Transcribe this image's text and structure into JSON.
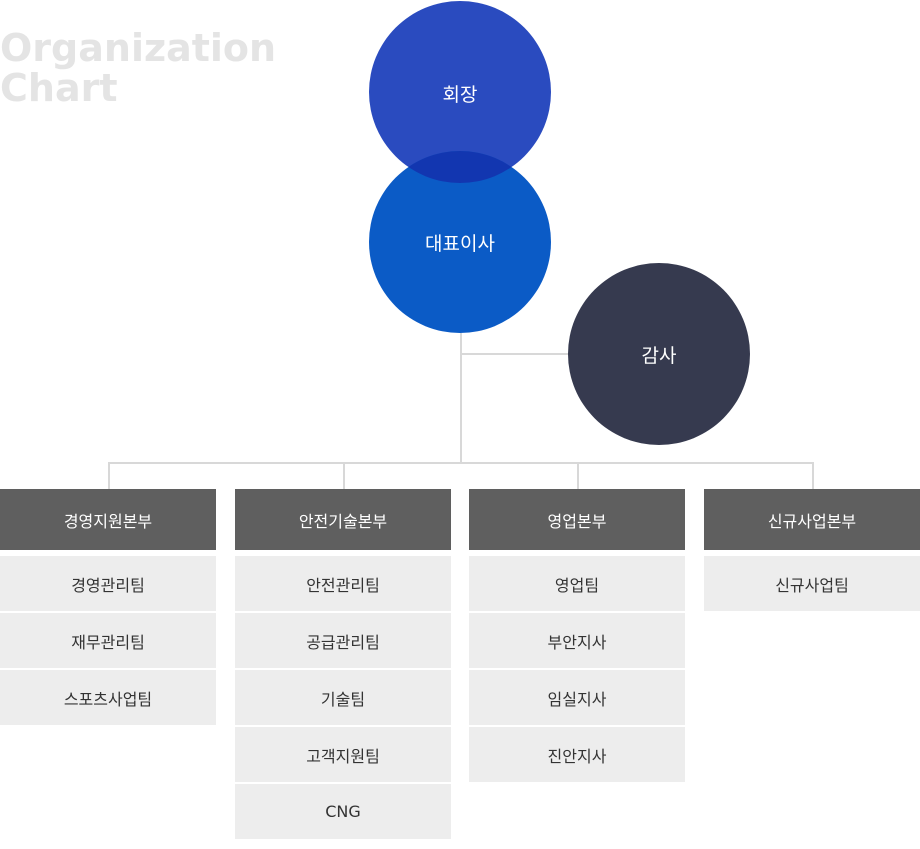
{
  "watermark": {
    "line1": "Organization",
    "line2": "Chart"
  },
  "top": {
    "chairman": "회장",
    "ceo": "대표이사",
    "audit": "감사"
  },
  "colors": {
    "chairman": "#2a4bbf",
    "ceo": "#0b5bc6",
    "overlap": "#1236b0",
    "audit": "#363a4f",
    "dept_header": "#5f5f5f",
    "team_bg": "#ededed",
    "connector": "#d8d8d8"
  },
  "departments": [
    {
      "name": "경영지원본부",
      "teams": [
        "경영관리팀",
        "재무관리팀",
        "스포츠사업팀"
      ]
    },
    {
      "name": "안전기술본부",
      "teams": [
        "안전관리팀",
        "공급관리팀",
        "기술팀",
        "고객지원팀",
        "CNG"
      ]
    },
    {
      "name": "영업본부",
      "teams": [
        "영업팀",
        "부안지사",
        "임실지사",
        "진안지사"
      ]
    },
    {
      "name": "신규사업본부",
      "teams": [
        "신규사업팀"
      ]
    }
  ]
}
